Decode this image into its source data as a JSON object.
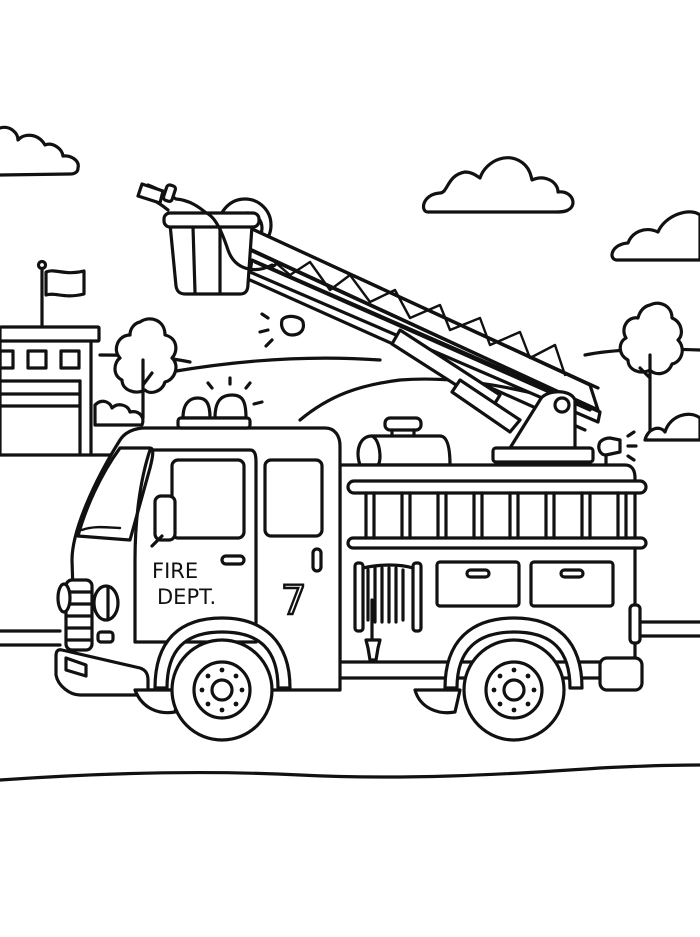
{
  "image": {
    "type": "coloring-page",
    "subject": "fire truck with ladder",
    "style": "black line art on white"
  },
  "truck": {
    "door_text_line1": "FIRE",
    "door_text_line2": "DEPT.",
    "unit_number": "7"
  },
  "colors": {
    "background": "#ffffff",
    "line": "#111111"
  },
  "scene_elements": [
    "clouds",
    "fire-station-with-flag",
    "trees",
    "hills",
    "road",
    "fire-truck",
    "aerial-ladder",
    "bucket",
    "hose-reel",
    "emergency-lights"
  ]
}
